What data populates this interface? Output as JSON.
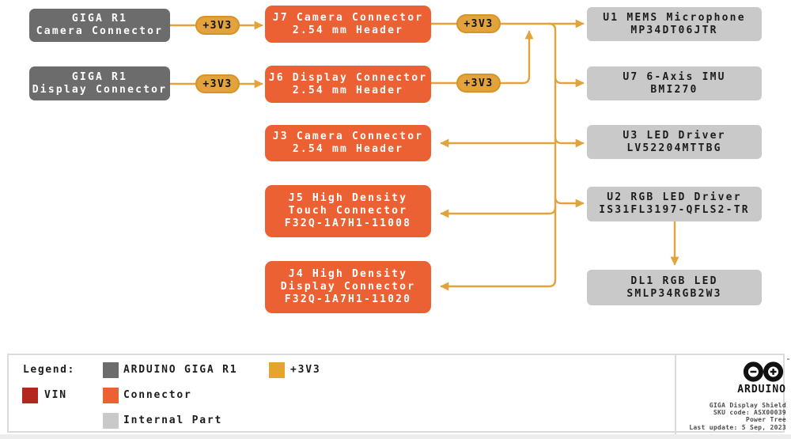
{
  "diagram": {
    "rail_label": "+3V3",
    "sources": [
      {
        "lines": [
          "GIGA R1",
          "Camera Connector"
        ]
      },
      {
        "lines": [
          "GIGA R1",
          "Display Connector"
        ]
      }
    ],
    "connectors": [
      {
        "lines": [
          "J7 Camera Connector",
          "2.54 mm Header"
        ]
      },
      {
        "lines": [
          "J6 Display Connector",
          "2.54 mm Header"
        ]
      },
      {
        "lines": [
          "J3 Camera Connector",
          "2.54 mm Header"
        ]
      },
      {
        "lines": [
          "J5 High Density",
          "Touch Connector",
          "F32Q-1A7H1-11008"
        ]
      },
      {
        "lines": [
          "J4 High Density",
          "Display Connector",
          "F32Q-1A7H1-11020"
        ]
      }
    ],
    "parts": [
      {
        "lines": [
          "U1 MEMS Microphone",
          "MP34DT06JTR"
        ]
      },
      {
        "lines": [
          "U7 6-Axis IMU",
          "BMI270"
        ]
      },
      {
        "lines": [
          "U3 LED Driver",
          "LV52204MTTBG"
        ]
      },
      {
        "lines": [
          "U2 RGB LED Driver",
          "IS31FL3197-QFLS2-TR"
        ]
      },
      {
        "lines": [
          "DL1 RGB LED",
          "SMLP34RGB2W3"
        ]
      }
    ]
  },
  "legend": {
    "title": "Legend:",
    "items": [
      {
        "label": "ARDUINO GIGA R1",
        "color": "#6C6C6C"
      },
      {
        "label": "+3V3",
        "color": "#E5A42E"
      },
      {
        "label": "VIN",
        "color": "#B3271E"
      },
      {
        "label": "Connector",
        "color": "#EB6133"
      },
      {
        "label": "Internal Part",
        "color": "#C9C9C9"
      }
    ]
  },
  "footer": {
    "brand": "ARDUINO",
    "trademark": "™",
    "lines": [
      "GIGA Display Shield",
      "SKU code: ASX00039",
      "Power Tree",
      "Last update: 5 Sep, 2023"
    ]
  },
  "colors": {
    "arduino_gray": "#6C6C6C",
    "internal_gray": "#C9C9C9",
    "connector_orange": "#EB6133",
    "rail_yellow": "#E2A33C",
    "vin_red": "#B3271E"
  }
}
